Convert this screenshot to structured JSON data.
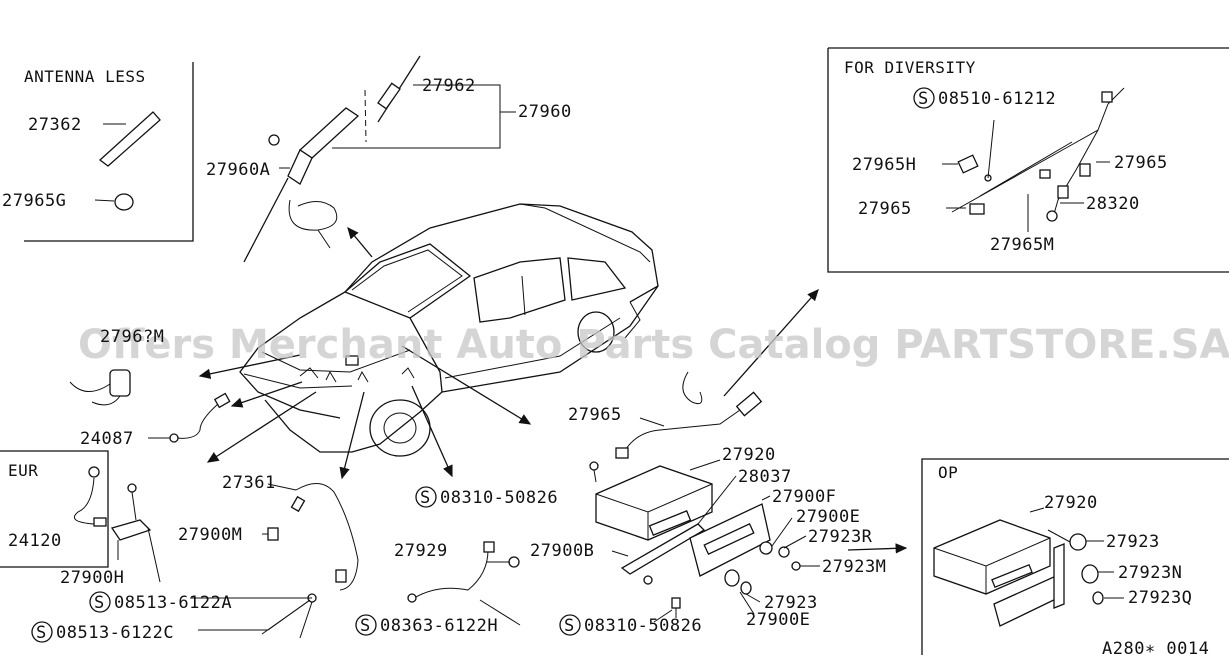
{
  "watermark": "Offers Merchant Auto Parts Catalog PARTSTORE.SA",
  "diagram_code": "A280∗ 0014",
  "sections": {
    "antenna_less": "ANTENNA LESS",
    "for_diversity": "FOR DIVERSITY",
    "eur": "EUR",
    "op": "OP"
  },
  "labels": {
    "p27362": "27362",
    "p27965G": "27965G",
    "p27962": "27962",
    "p27960": "27960",
    "p27960A": "27960A",
    "d08510": "08510-61212",
    "p27965H": "27965H",
    "d27965a": "27965",
    "d27965b": "27965",
    "p28320": "28320",
    "p27965M": "27965M",
    "p2796xM": "2796?M",
    "p24087": "24087",
    "p24120": "24120",
    "p27900H": "27900H",
    "s08513a": "08513-6122A",
    "s08513c": "08513-6122C",
    "p27361": "27361",
    "p27900M": "27900M",
    "s08310a": "08310-50826",
    "p27929": "27929",
    "s08363": "08363-6122H",
    "p27965c": "27965",
    "p27920": "27920",
    "p28037": "28037",
    "p27900F": "27900F",
    "p27900E": "27900E",
    "p27923R": "27923R",
    "p27923M": "27923M",
    "p27900B": "27900B",
    "p27923a": "27923",
    "s08310b": "08310-50826",
    "p27900E2": "27900E",
    "op27920": "27920",
    "op27923": "27923",
    "op27923N": "27923N",
    "op27923Q": "27923Q",
    "s_symbol": "S"
  }
}
